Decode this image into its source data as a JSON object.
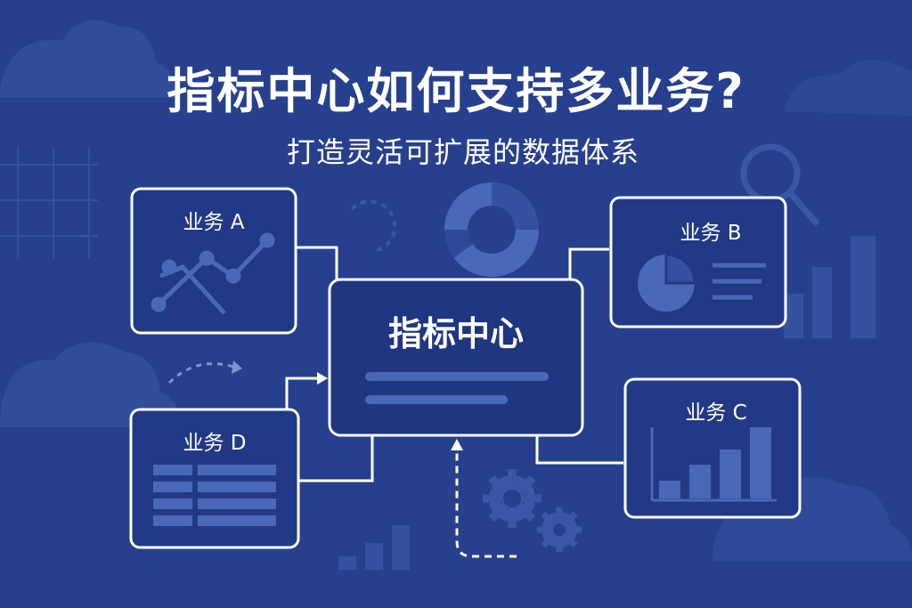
{
  "header": {
    "title": "指标中心如何支持多业务?",
    "subtitle": "打造灵活可扩展的数据体系"
  },
  "hub": {
    "label": "指标中心"
  },
  "nodes": {
    "a": {
      "label": "业务 A"
    },
    "b": {
      "label": "业务 B"
    },
    "c": {
      "label": "业务 C"
    },
    "d": {
      "label": "业务 D"
    }
  },
  "colors": {
    "background": "#27408d",
    "box_fill": "#223a85",
    "hub_fill": "#1f3680",
    "line": "#ffffff",
    "accent": "#4a68b8",
    "decor": "#3452a0"
  },
  "icons": [
    "cloud-icon",
    "search-icon",
    "gear-icon",
    "donut-chart-icon",
    "line-chart-icon",
    "pie-chart-icon",
    "bar-chart-icon",
    "table-icon"
  ]
}
